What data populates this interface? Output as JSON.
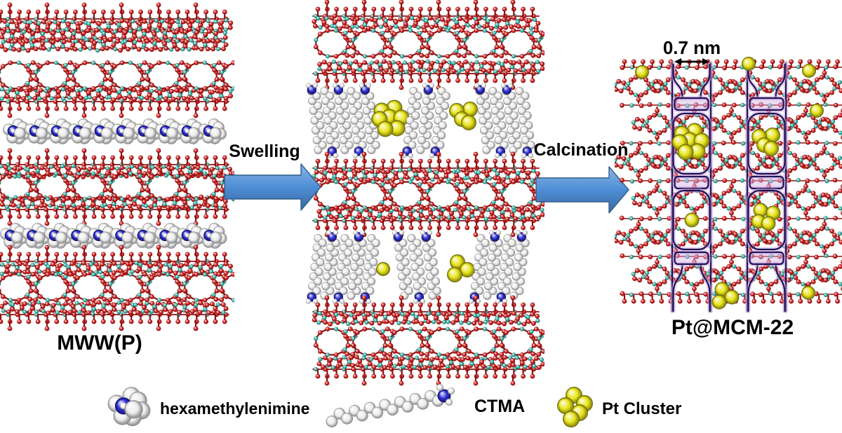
{
  "figure": {
    "background": "#ffffff",
    "description": "Synthesis scheme of Pt clusters encapsulated in MCM-22 zeolite"
  },
  "panels": {
    "left": {
      "label": "MWW(P)",
      "interlayer_molecule": "hexamethylenimine",
      "layers": 3
    },
    "middle": {
      "interlayer_molecules": [
        "CTMA",
        "Pt Cluster"
      ],
      "layers": 3
    },
    "right": {
      "label": "Pt@MCM-22",
      "pore_size": "0.7 nm"
    }
  },
  "process": {
    "steps": [
      {
        "label": "Swelling"
      },
      {
        "label": "Calcination"
      }
    ]
  },
  "legend": [
    {
      "icon": "hexamethylenimine-molecule",
      "label": "hexamethylenimine"
    },
    {
      "icon": "ctma-molecule",
      "label": "CTMA"
    },
    {
      "icon": "pt-cluster",
      "label": "Pt Cluster"
    }
  ],
  "colors": {
    "oxygen_red": "#d42020",
    "silicon_teal": "#3cb8ab",
    "bond_dark_red": "#8e1212",
    "carbon_white": "#ededed",
    "nitrogen_blue": "#2e2ed6",
    "platinum_yellow": "#e8e41a",
    "arrow_blue": "#4e8ed6",
    "cage_outline_navy": "#1d1257",
    "cage_glow_lavender": "#cfa9dd",
    "window_fill_lavender": "rgba(210,175,228,0.45)",
    "annotation_black": "#000000"
  }
}
